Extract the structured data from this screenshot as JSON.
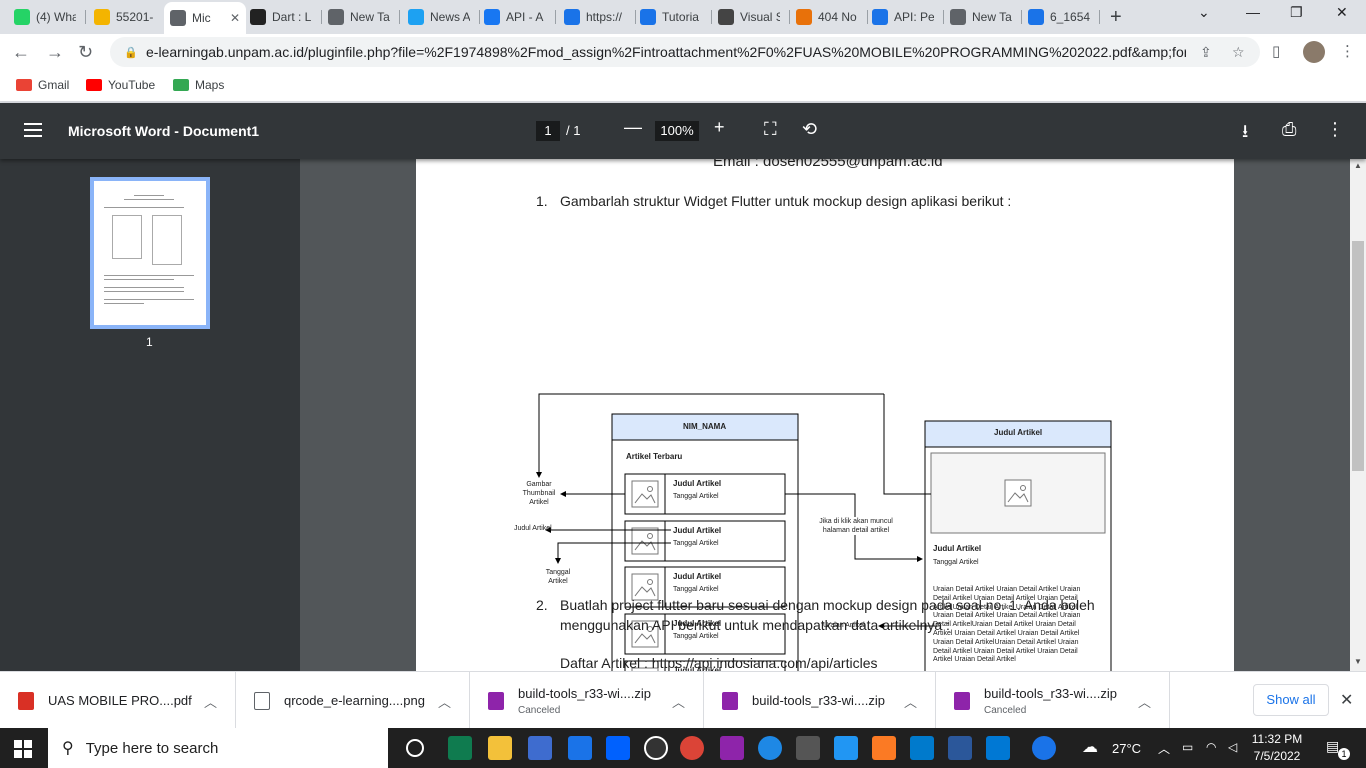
{
  "tabs": [
    {
      "title": "(4) Wha",
      "color": "#25d366"
    },
    {
      "title": "55201-",
      "color": "#f4b400"
    },
    {
      "title": "Mic",
      "color": "#5f6368"
    },
    {
      "title": "Dart : L",
      "color": "#222222"
    },
    {
      "title": "New Ta",
      "color": "#5f6368"
    },
    {
      "title": "News A",
      "color": "#1da1f2"
    },
    {
      "title": "API - A",
      "color": "#1877f2"
    },
    {
      "title": "https://",
      "color": "#1a73e8"
    },
    {
      "title": "Tutoria",
      "color": "#1a73e8"
    },
    {
      "title": "Visual S",
      "color": "#444444"
    },
    {
      "title": "404 No",
      "color": "#e8710a"
    },
    {
      "title": "API: Pe",
      "color": "#1a73e8"
    },
    {
      "title": "New Ta",
      "color": "#5f6368"
    },
    {
      "title": "6_1654",
      "color": "#1a73e8"
    }
  ],
  "omnibox": {
    "url": "e-learningab.unpam.ac.id/pluginfile.php?file=%2F1974898%2Fmod_assign%2Fintroattachment%2F0%2FUAS%20MOBILE%20PROGRAMMING%202022.pdf&amp;forced..."
  },
  "bookmarks": [
    {
      "label": "Gmail",
      "color": "#ea4335"
    },
    {
      "label": "YouTube",
      "color": "#ff0000"
    },
    {
      "label": "Maps",
      "color": "#34a853"
    }
  ],
  "pdf": {
    "title": "Microsoft Word - Document1",
    "page_current": "1",
    "page_total": "/ 1",
    "zoom": "100%",
    "thumb_label": "1"
  },
  "doc": {
    "email_line": "Email : dosen02555@unpam.ac.id",
    "q1_num": "1.",
    "q1_text": "Gambarlah struktur Widget Flutter untuk mockup design aplikasi berikut :",
    "q2_num": "2.",
    "q2_line1": "Buatlah project flutter baru sesuai dengan mockup design pada soal no. 1. Anda boleh",
    "q2_line2": "menggunakan API berikut untuk mendapatkan data artikelnya :",
    "q2_line3": "Daftar Artikel : https://api.indosiana.com/api/articles"
  },
  "mockup": {
    "list_header": "NIM_NAMA",
    "list_section": "Artikel Terbaru",
    "item_title": "Judul Artikel",
    "item_date": "Tanggal Artikel",
    "detail_header": "Judul Artikel",
    "detail_title": "Judul Artikel",
    "detail_date": "Tanggal Artikel",
    "detail_body": [
      "Uraian Detail Artikel Uraian Detail Artikel Uraian",
      "Detail Artikel Uraian Detail Artikel Uraian Detail",
      "ArtikelUraian Detail Artikel Uraian Detail Artikel",
      "Uraian Detail Artikel Uraian Detail Artikel Uraian",
      "Detail ArtikelUraian Detail Artikel Uraian Detail",
      "Artikel Uraian Detail Artikel Uraian Detail Artikel",
      "Uraian Detail ArtikelUraian Detail Artikel Uraian",
      "Detail Artikel Uraian Detail Artikel Uraian Detail",
      "Artikel Uraian Detail Artikel"
    ],
    "label_thumb_1": "Gambar",
    "label_thumb_2": "Thumbnail",
    "label_thumb_3": "Artikel",
    "label_judul": "Judul Artikel",
    "label_tanggal_1": "Tanggal",
    "label_tanggal_2": "Artikel",
    "label_click_1": "Jika di klik akan muncul",
    "label_click_2": "halaman detail artikel",
    "label_uraian": "Uraian Artikel"
  },
  "downloads": [
    {
      "name": "UAS MOBILE PRO....pdf",
      "status": "",
      "color": "#d93025"
    },
    {
      "name": "qrcode_e-learning....png",
      "status": "",
      "color": "#5f6368"
    },
    {
      "name": "build-tools_r33-wi....zip",
      "status": "Canceled",
      "color": "#8e24aa"
    },
    {
      "name": "build-tools_r33-wi....zip",
      "status": "",
      "color": "#8e24aa"
    },
    {
      "name": "build-tools_r33-wi....zip",
      "status": "Canceled",
      "color": "#8e24aa"
    }
  ],
  "show_all": "Show all",
  "taskbar": {
    "search_placeholder": "Type here to search",
    "weather": "27°C",
    "time": "11:32 PM",
    "date": "7/5/2022",
    "notification_count": "1"
  }
}
